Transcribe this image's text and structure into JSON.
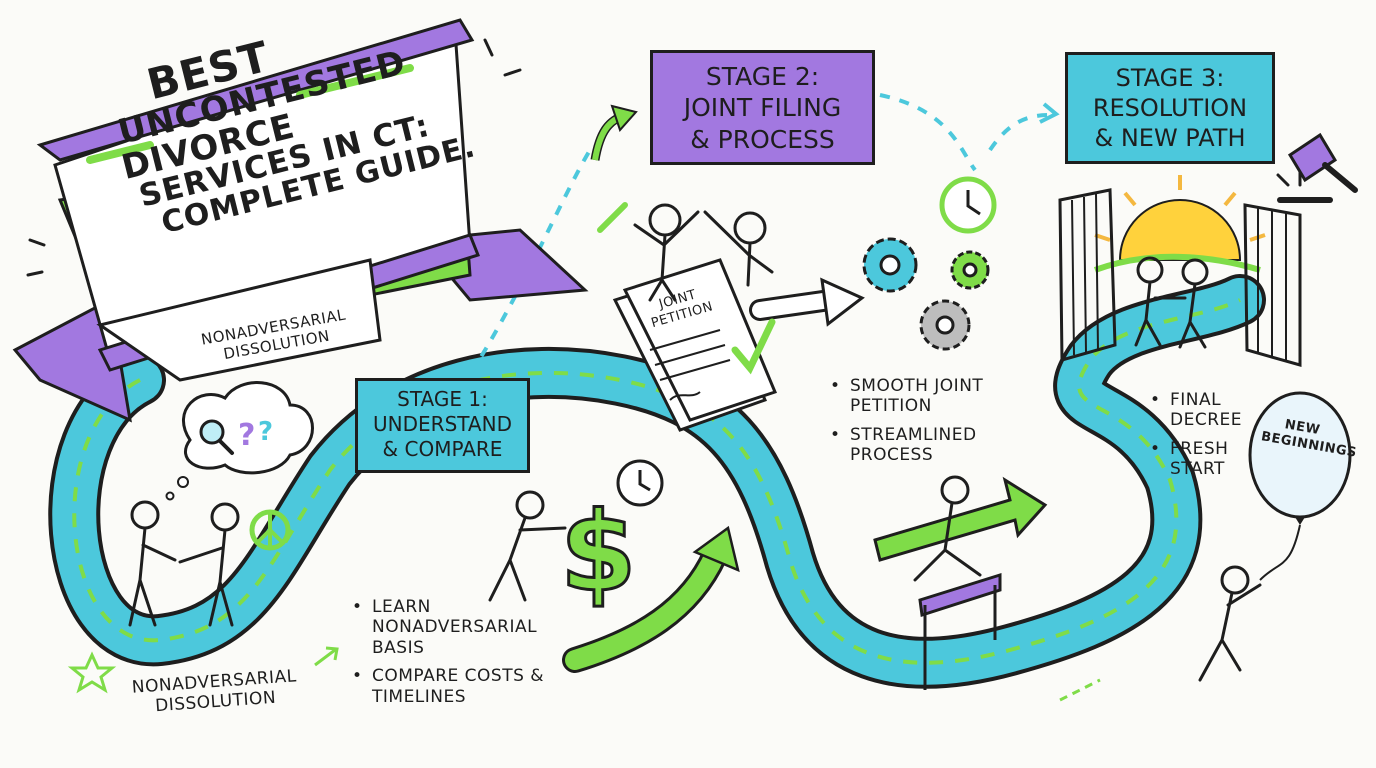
{
  "banner": {
    "lines": [
      "Best",
      "Uncontested",
      "Divorce",
      "Services in CT:",
      "Complete Guide."
    ],
    "subtitle": "Nonadversarial Dissolution"
  },
  "stage1": {
    "lines": [
      "Stage 1:",
      "Understand",
      "& Compare"
    ],
    "bullets": [
      "Learn Nonadversarial Basis",
      "Compare Costs & Timelines"
    ]
  },
  "stage2": {
    "lines": [
      "Stage 2:",
      "Joint Filing",
      "& Process"
    ],
    "bullets": [
      "Smooth Joint Petition",
      "Streamlined Process"
    ],
    "document_label": "Joint Petition"
  },
  "stage3": {
    "lines": [
      "Stage 3:",
      "Resolution",
      "& New Path"
    ],
    "bullets": [
      "Final Decree",
      "Fresh Start"
    ],
    "balloon_text": "New Beginnings"
  },
  "bottom_note": "Nonadversarial Dissolution",
  "colors": {
    "teal": "#4cc8dc",
    "purple": "#a278e0",
    "green": "#7fdc48",
    "ink": "#1e1e1e",
    "sun": "#ffd23c",
    "gold": "#f4b840"
  },
  "icons": [
    "search-icon",
    "question-mark-icon",
    "peace-sign-icon",
    "dollar-sign-icon",
    "clock-icon",
    "gear-icon",
    "check-mark-icon",
    "gavel-icon",
    "sun-icon",
    "gate-icon",
    "star-icon",
    "pen-icon",
    "balloon-icon",
    "hurdle-icon"
  ]
}
